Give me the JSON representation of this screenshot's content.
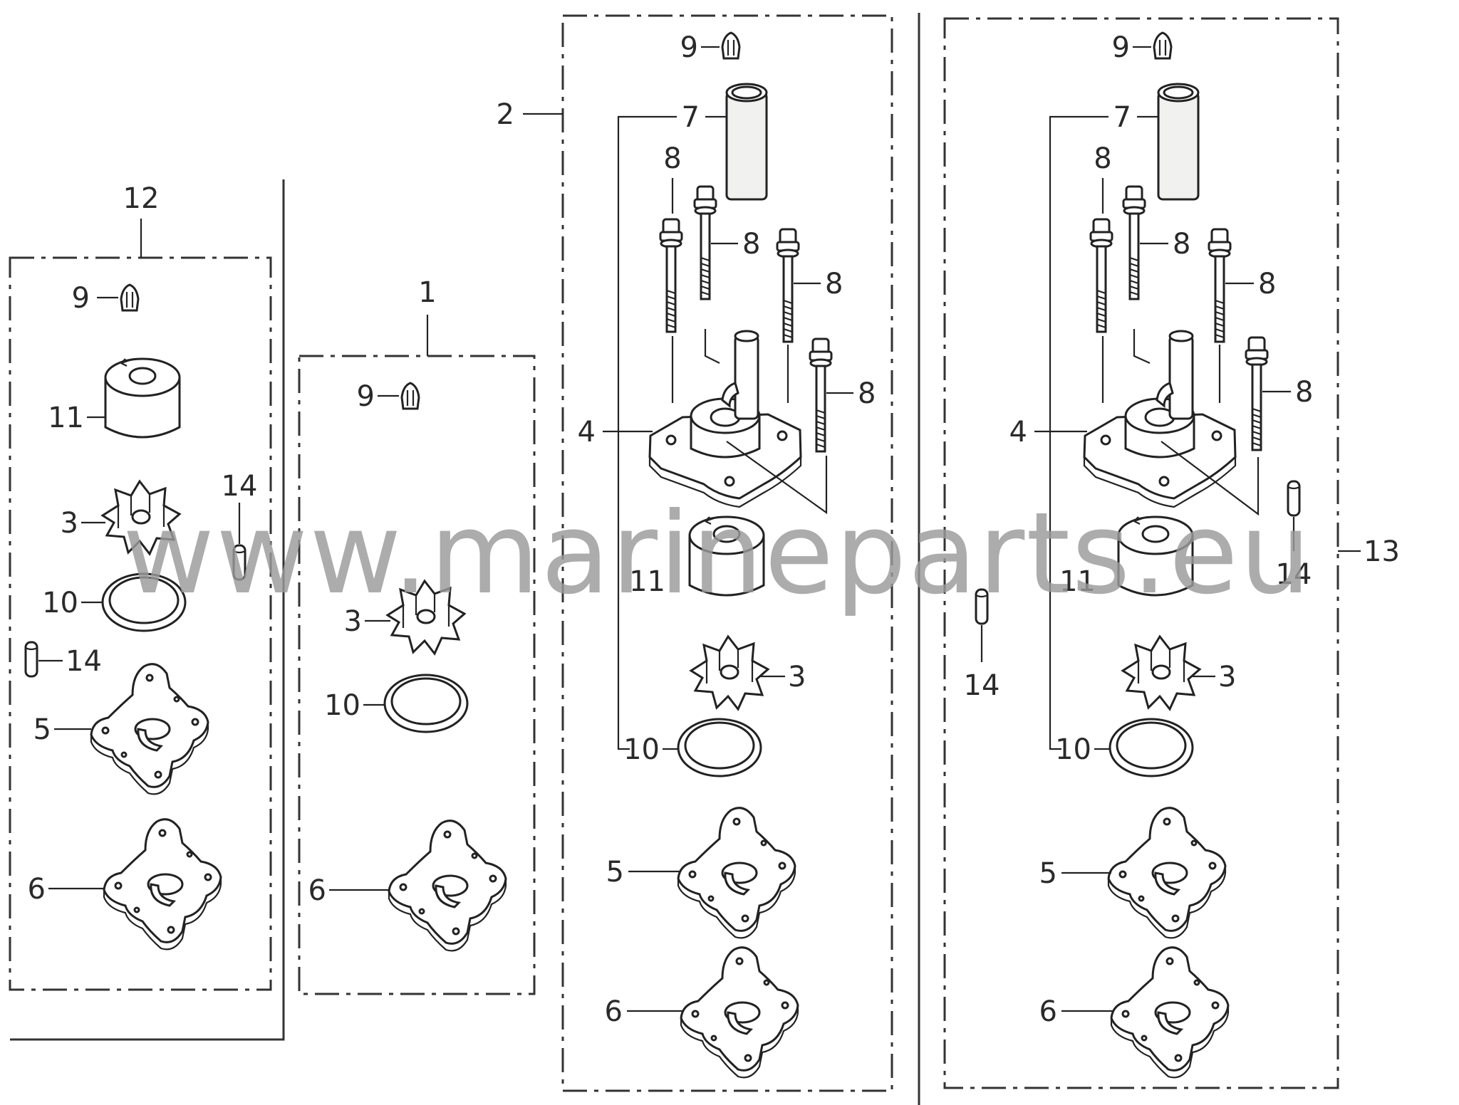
{
  "watermark": "www.marineparts.eu",
  "callouts": {
    "n1": "1",
    "n2": "2",
    "n3": "3",
    "n4": "4",
    "n5": "5",
    "n6": "6",
    "n7": "7",
    "n8": "8",
    "n9": "9",
    "n10": "10",
    "n11": "11",
    "n12": "12",
    "n13": "13",
    "n14": "14"
  },
  "groups": [
    {
      "id": "kit-12",
      "ref": "12",
      "parts": [
        "9",
        "11",
        "3",
        "14",
        "10",
        "14",
        "5",
        "6"
      ]
    },
    {
      "id": "kit-1",
      "ref": "1",
      "parts": [
        "9",
        "3",
        "10",
        "6"
      ]
    },
    {
      "id": "kit-2",
      "ref": "2",
      "parts": [
        "9",
        "7",
        "8",
        "8",
        "8",
        "8",
        "4",
        "11",
        "3",
        "10",
        "5",
        "6"
      ]
    },
    {
      "id": "kit-13",
      "ref": "13",
      "parts": [
        "9",
        "7",
        "8",
        "8",
        "8",
        "8",
        "4",
        "14",
        "11",
        "14",
        "3",
        "10",
        "5",
        "6"
      ]
    }
  ]
}
